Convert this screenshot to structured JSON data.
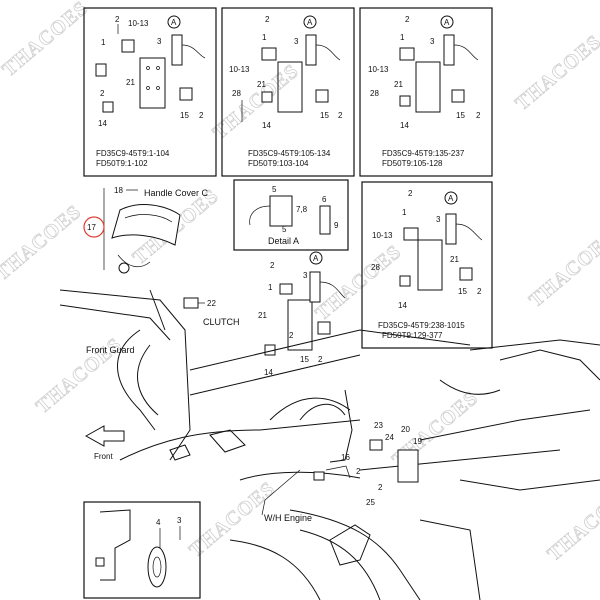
{
  "watermark": "THACOES",
  "labels": {
    "handle_cover": "Handle Cover C",
    "detail_a": "Detail  A",
    "clutch": "CLUTCH",
    "front_guard": "Front Guard",
    "front": "Front",
    "wh_engine": "W/H Engine",
    "circle_a": "A"
  },
  "panels": {
    "p1": {
      "line1": "FD35C9-45T9:1-104",
      "line2": "FD50T9:1-102"
    },
    "p2": {
      "line1": "FD35C9-45T9:105-134",
      "line2": "FD50T9:103-104"
    },
    "p3": {
      "line1": "FD35C9-45T9:135-237",
      "line2": "FD50T9:105-128"
    },
    "p4": {
      "line1": "FD35C9-45T9:238-1015",
      "line2": "FD50T9:129-377"
    }
  },
  "callouts": {
    "n2": "2",
    "n3": "3",
    "n4": "4",
    "n5": "5",
    "n6": "6",
    "n78": "7,8",
    "n9": "9",
    "n1013": "10-13",
    "n14": "14",
    "n15": "15",
    "n16": "16",
    "n17": "17",
    "n18": "18",
    "n19": "19",
    "n20": "20",
    "n21": "21",
    "n22": "22",
    "n23": "23",
    "n24": "24",
    "n25": "25",
    "n28": "28",
    "n1": "1"
  },
  "highlight_color": "#e03c31"
}
